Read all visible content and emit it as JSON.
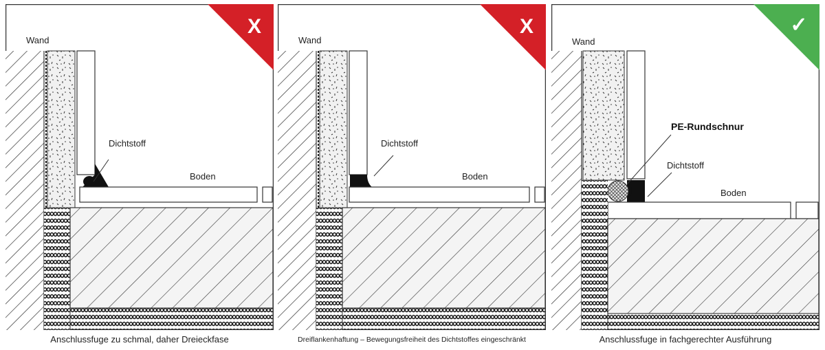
{
  "colors": {
    "badge_bad": "#d42027",
    "badge_good": "#4caf50",
    "frame": "#333333",
    "insulation_fill": "#f1f1f1",
    "black_sealant": "#111111"
  },
  "panels": [
    {
      "badge": "X",
      "badge_type": "incorrect",
      "labels": {
        "wall": "Wand",
        "sealant": "Dichtstoff",
        "floor": "Boden"
      },
      "caption": "Anschlussfuge zu schmal, daher Dreieckfase"
    },
    {
      "badge": "X",
      "badge_type": "incorrect",
      "labels": {
        "wall": "Wand",
        "sealant": "Dichtstoff",
        "floor": "Boden"
      },
      "caption": "Dreiflankenhaftung – Bewegungsfreiheit des Dichtstoffes eingeschränkt"
    },
    {
      "badge": "✓",
      "badge_type": "correct",
      "labels": {
        "wall": "Wand",
        "backer_rod": "PE-Rundschnur",
        "sealant": "Dichtstoff",
        "floor": "Boden"
      },
      "caption": "Anschlussfuge in fachgerechter Ausführung"
    }
  ]
}
